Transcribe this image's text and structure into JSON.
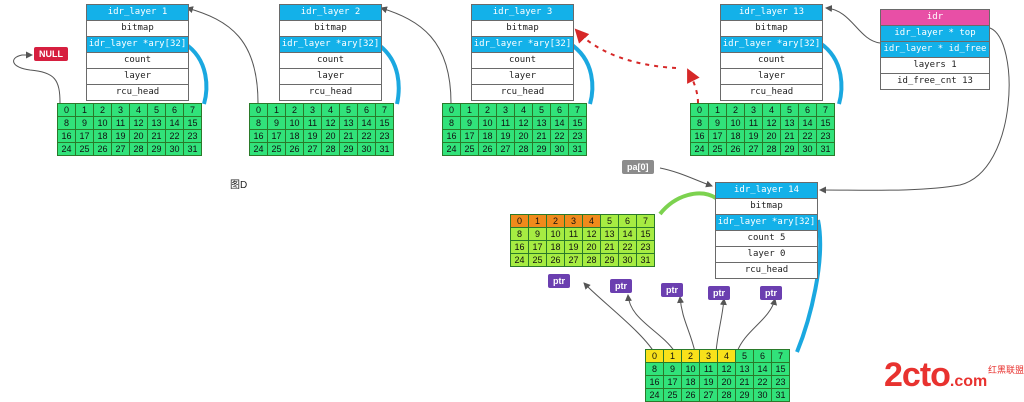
{
  "figure_label": "图D",
  "null_label": "NULL",
  "pa_label": "pa[0]",
  "ptr_label": "ptr",
  "watermark": {
    "logo": "2cto",
    "suffix": ".com",
    "site": "红黑联盟"
  },
  "layers": [
    {
      "title": "idr_layer 1",
      "rows": [
        "bitmap",
        "idr_layer *ary[32]",
        "count",
        "layer",
        "rcu_head"
      ]
    },
    {
      "title": "idr_layer 2",
      "rows": [
        "bitmap",
        "idr_layer *ary[32]",
        "count",
        "layer",
        "rcu_head"
      ]
    },
    {
      "title": "idr_layer 3",
      "rows": [
        "bitmap",
        "idr_layer *ary[32]",
        "count",
        "layer",
        "rcu_head"
      ]
    },
    {
      "title": "idr_layer 13",
      "rows": [
        "bitmap",
        "idr_layer *ary[32]",
        "count",
        "layer",
        "rcu_head"
      ]
    },
    {
      "title": "idr_layer 14",
      "rows": [
        "bitmap",
        "idr_layer *ary[32]",
        "count 5",
        "layer 0",
        "rcu_head"
      ]
    }
  ],
  "idr": {
    "title": "idr",
    "rows": [
      "idr_layer * top",
      "idr_layer * id_free",
      "layers 1",
      "id_free_cnt 13"
    ]
  },
  "grid_rows": [
    [
      "0",
      "1",
      "2",
      "3",
      "4",
      "5",
      "6",
      "7"
    ],
    [
      "8",
      "9",
      "10",
      "11",
      "12",
      "13",
      "14",
      "15"
    ],
    [
      "16",
      "17",
      "18",
      "19",
      "20",
      "21",
      "22",
      "23"
    ],
    [
      "24",
      "25",
      "26",
      "27",
      "28",
      "29",
      "30",
      "31"
    ]
  ],
  "colors": {
    "struct_header": "#13b1e9",
    "slot": "#31e27a",
    "allocated_bit": "#f08a1b",
    "bitmap_slot": "#a6ec42",
    "used_slot": "#f8e11a",
    "idr_header": "#e84fa6"
  }
}
